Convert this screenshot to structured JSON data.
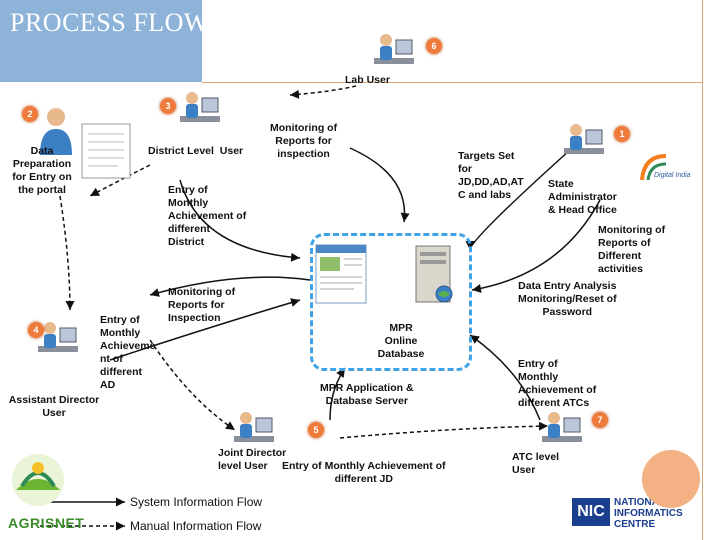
{
  "title": "PROCESS FLOW",
  "badges": [
    "1",
    "2",
    "3",
    "4",
    "5",
    "6",
    "7"
  ],
  "actors": {
    "lab_user": "Lab User",
    "district_level_user": "District Level  User",
    "assistant_director_user": "Assistant Director\nUser",
    "joint_director_user": "Joint Director\nlevel User",
    "state_administrator": "State\nAdministrator\n& Head Office",
    "atc_level_user": "ATC level\nUser"
  },
  "labels": {
    "data_preparation": "Data\nPreparation\nfor Entry on\nthe portal",
    "monitoring_reports_inspection_top": "Monitoring of\nReports for\ninspection",
    "targets_set": "Targets Set\nfor\nJD,DD,AD,AT\nC and labs",
    "entry_monthly_district": "Entry of\nMonthly\nAchievement of\ndifferent\nDistrict",
    "monitoring_different_activities": "Monitoring of\nReports of\nDifferent\nactivities",
    "data_entry_analysis": "Data Entry Analysis\nMonitoring/Reset of\nPassword",
    "monitoring_reports_inspection_mid": "Monitoring of\nReports for\nInspection",
    "entry_monthly_ad": "Entry of\nMonthly\nAchieveme\nnt of\ndifferent\nAD",
    "mpr_online_database": "MPR\nOnline\nDatabase",
    "mpr_application_server": "MPR Application &\nDatabase Server",
    "entry_monthly_atc": "Entry of\nMonthly\nAchievement of\ndifferent ATCs",
    "entry_monthly_jd": "Entry of Monthly Achievement of\ndifferent JD"
  },
  "legend": {
    "system_flow": "System Information Flow",
    "manual_flow": "Manual Information Flow"
  },
  "logos": {
    "agrisnet": "AGRISNET",
    "nic_line1": "NATIONAL",
    "nic_line2": "INFORMATICS",
    "nic_line3": "CENTRE",
    "digital_india": "Digital India"
  },
  "colors": {
    "title_bg": "#8db3d9",
    "badge": "#ee7a3b",
    "database_border": "#3fa2e6",
    "nic_blue": "#1b3f8f",
    "accent_circle": "#f4b183"
  }
}
